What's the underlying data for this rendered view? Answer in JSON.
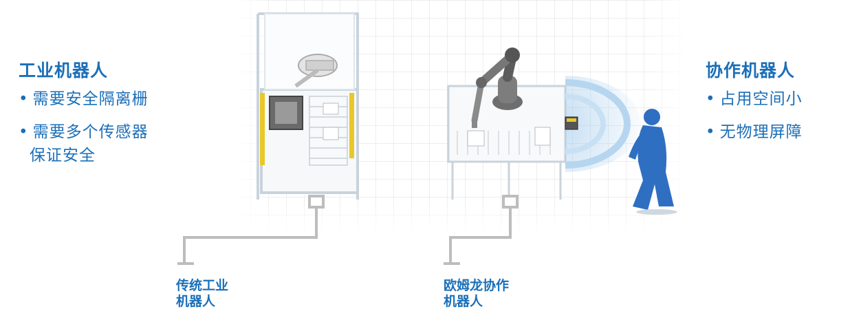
{
  "left": {
    "title": "工业机器人",
    "bullets": [
      "需要安全隔离栅",
      "需要多个传感器",
      "保证安全"
    ]
  },
  "right": {
    "title": "协作机器人",
    "bullets": [
      "占用空间小",
      "无物理屏障"
    ]
  },
  "captions": {
    "traditional": [
      "传统工业",
      "机器人"
    ],
    "omron": [
      "欧姆龙协作",
      "机器人"
    ]
  },
  "colors": {
    "accent": "#1b6fb8",
    "person": "#2f6fc2",
    "grid": "#d9d9d9",
    "rail": "#e8c828"
  }
}
